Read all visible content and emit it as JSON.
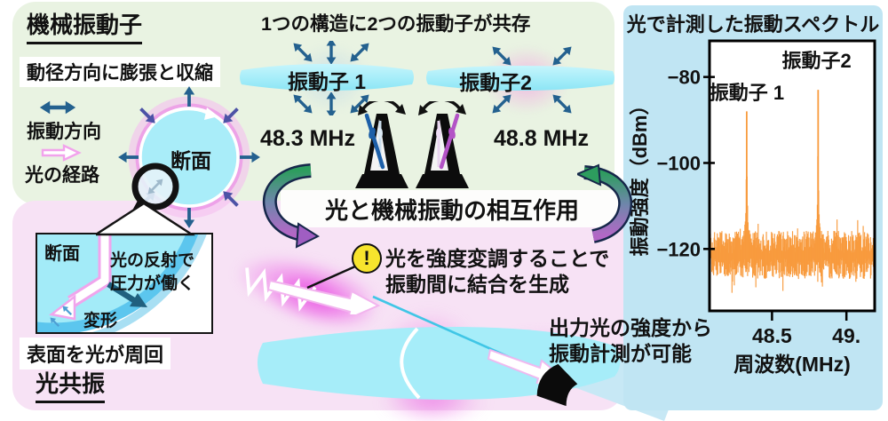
{
  "colors": {
    "accent_orange": "#f89b3e",
    "panel_green": "#e9f3e2",
    "panel_pink": "#f7e2f5",
    "panel_blue": "#c0e5f3",
    "cyan_structure": "#a6edf9",
    "arrow_blue": "#24618f",
    "arrow_indigo": "#4d53a6",
    "glow_magenta": "#e94ee2",
    "metronome_blue": "#1d5fa8",
    "metronome_purple": "#b353c6"
  },
  "mechanical": {
    "title": "機械振動子",
    "radial_caption": "動径方向に膨張と収縮",
    "vibration_dir_label": "振動方向",
    "light_path_label": "光の経路",
    "cross_section_label": "断面"
  },
  "structure": {
    "caption": "1つの構造に2つの振動子が共存",
    "osc1_label": "振動子 1",
    "osc2_label": "振動子2",
    "osc1_freq": "48.3 MHz",
    "osc2_freq": "48.8 MHz"
  },
  "interaction": {
    "banner": "光と機械振動の相互作用"
  },
  "optical": {
    "callout_cross_section": "断面",
    "pressure_line1": "光の反射で",
    "pressure_line2": "圧力が働く",
    "deformation_label": "変形",
    "surface_caption": "表面を光が周回",
    "title": "光共振",
    "alert_glyph": "!",
    "modulation_line1": "光を強度変調することで",
    "modulation_line2": "振動間に結合を生成",
    "output_line1": "出力光の強度から",
    "output_line2": "振動計測が可能"
  },
  "spectrum": {
    "title": "光で計測した振動スペクトル"
  },
  "chart_data": {
    "type": "line",
    "title": "光で計測した振動スペクトル",
    "xlabel": "周波数(MHz)",
    "ylabel": "振動強度（dBm）",
    "xlim": [
      48.08,
      49.19
    ],
    "ylim": [
      -134.4,
      -71.6
    ],
    "xticks": [
      48.5,
      49.0
    ],
    "xtick_labels": [
      "48.5",
      "49."
    ],
    "yticks": [
      -80,
      -100,
      -120
    ],
    "ytick_labels": [
      "−80",
      "−100",
      "−120"
    ],
    "grid": false,
    "legend_position": "none",
    "noise_floor_dbm": -121,
    "line_color": "#f89b3e",
    "series": [
      {
        "name": "振動子1",
        "peak_mhz": 48.33,
        "peak_dbm": -88,
        "narrow_w": 0.0026,
        "pedestal_db": 7,
        "pedestal_w": 0.02
      },
      {
        "name": "振動子2",
        "peak_mhz": 48.81,
        "peak_dbm": -83,
        "narrow_w": 0.0024,
        "pedestal_db": 7,
        "pedestal_w": 0.016
      }
    ],
    "annotations": [
      {
        "text": "振動子 1",
        "x": 48.33,
        "y": -85.2
      },
      {
        "text": "振動子2",
        "x": 48.8,
        "y": -77.8
      }
    ]
  }
}
